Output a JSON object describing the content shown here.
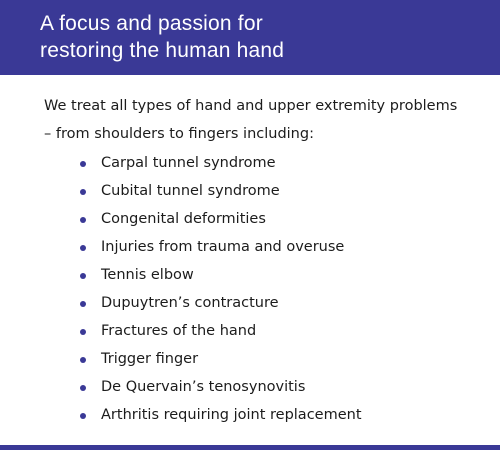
{
  "header": {
    "title_line_1": "A focus and passion for",
    "title_line_2": "restoring the human hand"
  },
  "intro": {
    "line_1": "We treat all types of hand and upper extremity problems",
    "line_2": "– from shoulders to fingers including:"
  },
  "conditions": [
    "Carpal tunnel syndrome",
    "Cubital tunnel syndrome",
    "Congenital deformities",
    "Injuries from trauma and overuse",
    "Tennis elbow",
    "Dupuytren’s contracture",
    "Fractures of the hand",
    "Trigger finger",
    "De Quervain’s tenosynovitis",
    "Arthritis requiring joint replacement"
  ],
  "colors": {
    "brand": "#3a3996",
    "text": "#1c1c1c",
    "background": "#ffffff"
  }
}
